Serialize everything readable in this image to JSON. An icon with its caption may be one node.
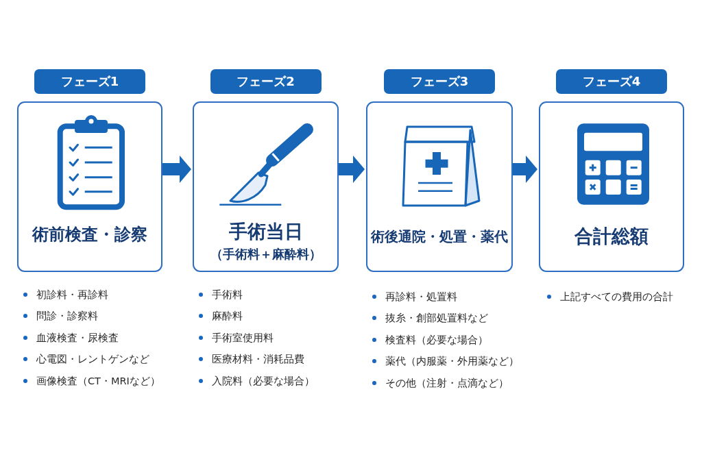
{
  "diagram": {
    "nodes": [
      {
        "text": [
          "フェーズ1",
          "術前検査・診察"
        ],
        "beside": [
          "初診料・再診料",
          "問診・診察料",
          "血液検査・尿検査",
          "心電図・レントゲンなど",
          "画像検査（CT・MRIなど）"
        ]
      },
      {
        "text": [
          "フェーズ2",
          "手術当日",
          "（手術料＋麻酔料）"
        ],
        "beside": [
          "手術料",
          "麻酔料",
          "手術室使用料",
          "医療材料・消耗品費",
          "入院料（必要な場合）"
        ]
      },
      {
        "text": [
          "フェーズ3",
          "術後通院・処置・薬代"
        ],
        "beside": [
          "再診料・処置料",
          "抜糸・創部処置料など",
          "検査料（必要な場合）",
          "薬代（内服薬・外用薬など）",
          "その他（注射・点滴など）"
        ]
      },
      {
        "text": [
          "フェーズ4",
          "合計総額"
        ],
        "beside": [
          "上記すべての費用の合計"
        ]
      }
    ],
    "edges": [
      {
        "from": 0,
        "to": 1,
        "arrow": "to"
      },
      {
        "from": 1,
        "to": 2,
        "arrow": "to"
      },
      {
        "from": 2,
        "to": 3,
        "arrow": "to"
      }
    ]
  }
}
